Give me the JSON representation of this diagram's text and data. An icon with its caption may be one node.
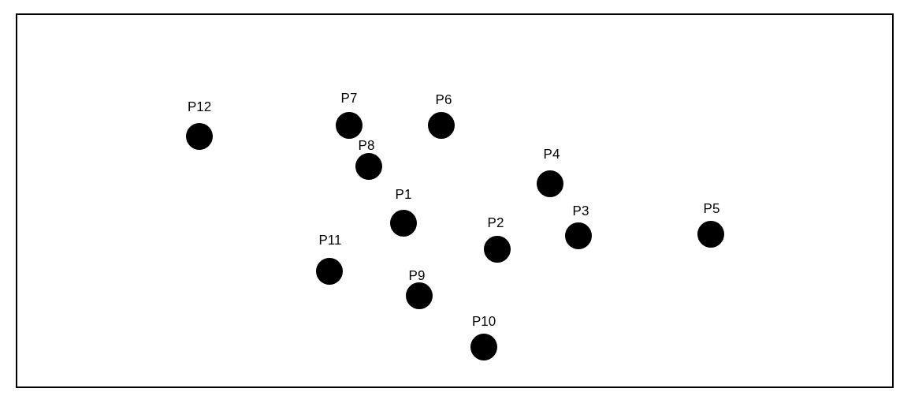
{
  "diagram": {
    "nodes": [
      {
        "text": [
          "P7"
        ]
      },
      {
        "text": [
          "P6"
        ]
      },
      {
        "text": [
          "P12"
        ]
      },
      {
        "text": [
          "P8"
        ]
      },
      {
        "text": [
          "P4"
        ]
      },
      {
        "text": [
          "P1"
        ]
      },
      {
        "text": [
          "P5"
        ]
      },
      {
        "text": [
          "P3"
        ]
      },
      {
        "text": [
          "P2"
        ]
      },
      {
        "text": [
          "P11"
        ]
      },
      {
        "text": [
          "P9"
        ]
      },
      {
        "text": [
          "P10"
        ]
      }
    ]
  }
}
